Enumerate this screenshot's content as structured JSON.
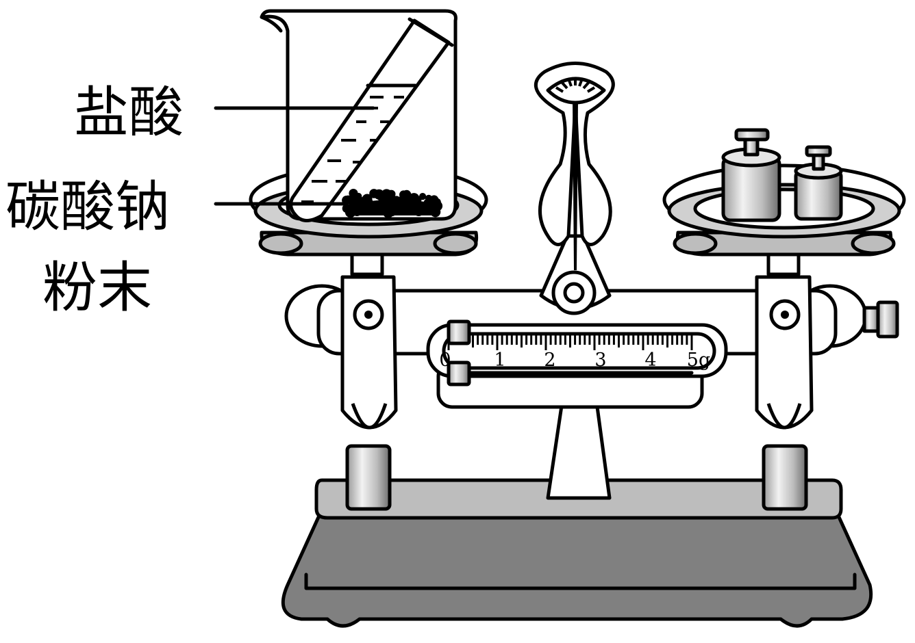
{
  "labels": {
    "acid": "盐酸",
    "powder_line1": "碳酸钠",
    "powder_line2": "粉末"
  },
  "scale": {
    "ticks": [
      "0",
      "1",
      "2",
      "3",
      "4",
      "5g"
    ]
  },
  "colors": {
    "stroke": "#000000",
    "base": "#808080",
    "base_top": "#bdbdbd",
    "metal_light": "#e8e8e8",
    "metal_dark": "#6e6e6e"
  }
}
